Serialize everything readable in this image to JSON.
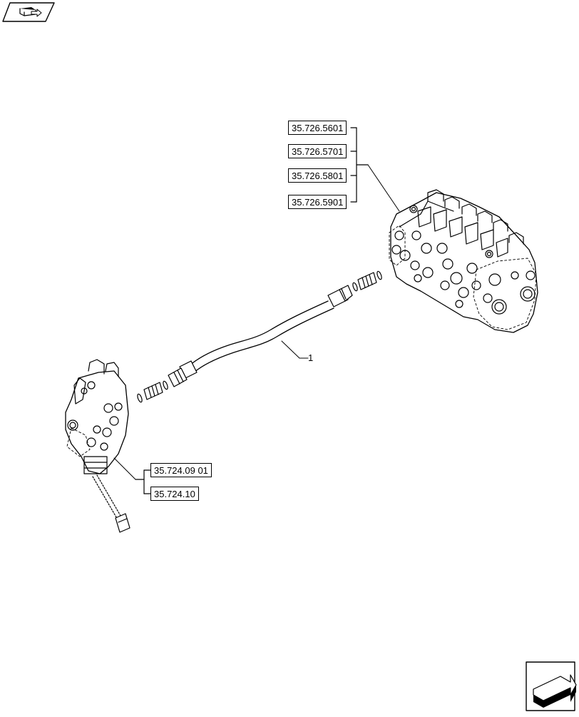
{
  "references_upper": [
    "35.726.5601",
    "35.726.5701",
    "35.726.5801",
    "35.726.5901"
  ],
  "references_lower": [
    "35.724.09 01",
    "35.724.10"
  ],
  "callout_number": "1",
  "icons": {
    "top_left": "book-arrow-icon",
    "bottom_right": "next-page-arrow-icon"
  }
}
